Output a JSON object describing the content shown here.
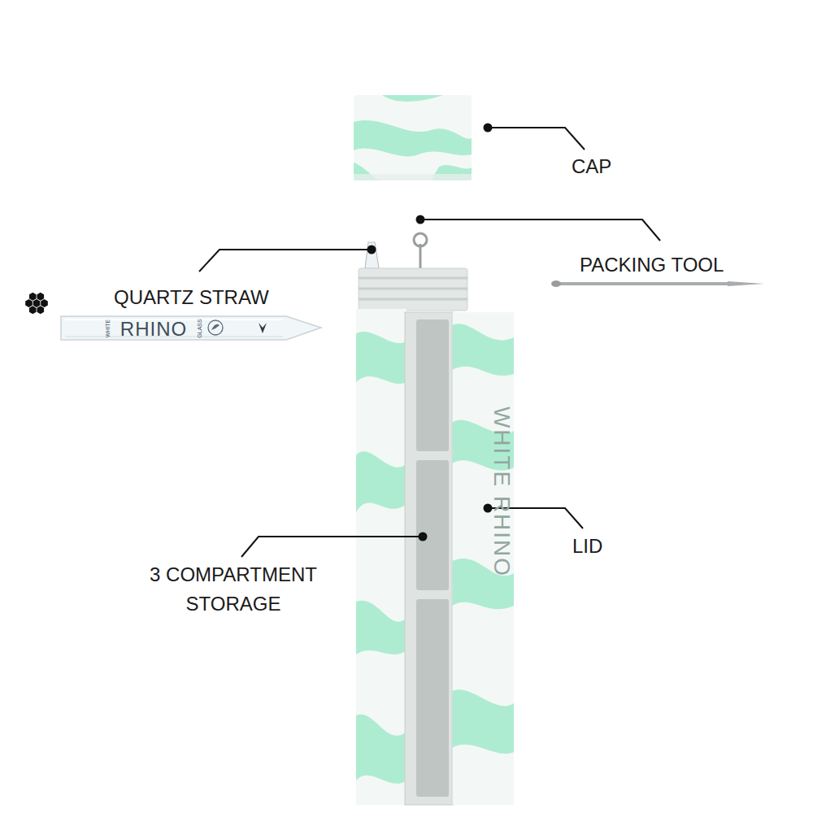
{
  "diagram": {
    "labels": [
      "CAP",
      "PACKING TOOL",
      "QUARTZ STRAW",
      "3 COMPARTMENT STORAGE",
      "LID",
      "WHITE",
      "RHINO",
      "GLASS",
      "WHITE RHINO"
    ]
  }
}
